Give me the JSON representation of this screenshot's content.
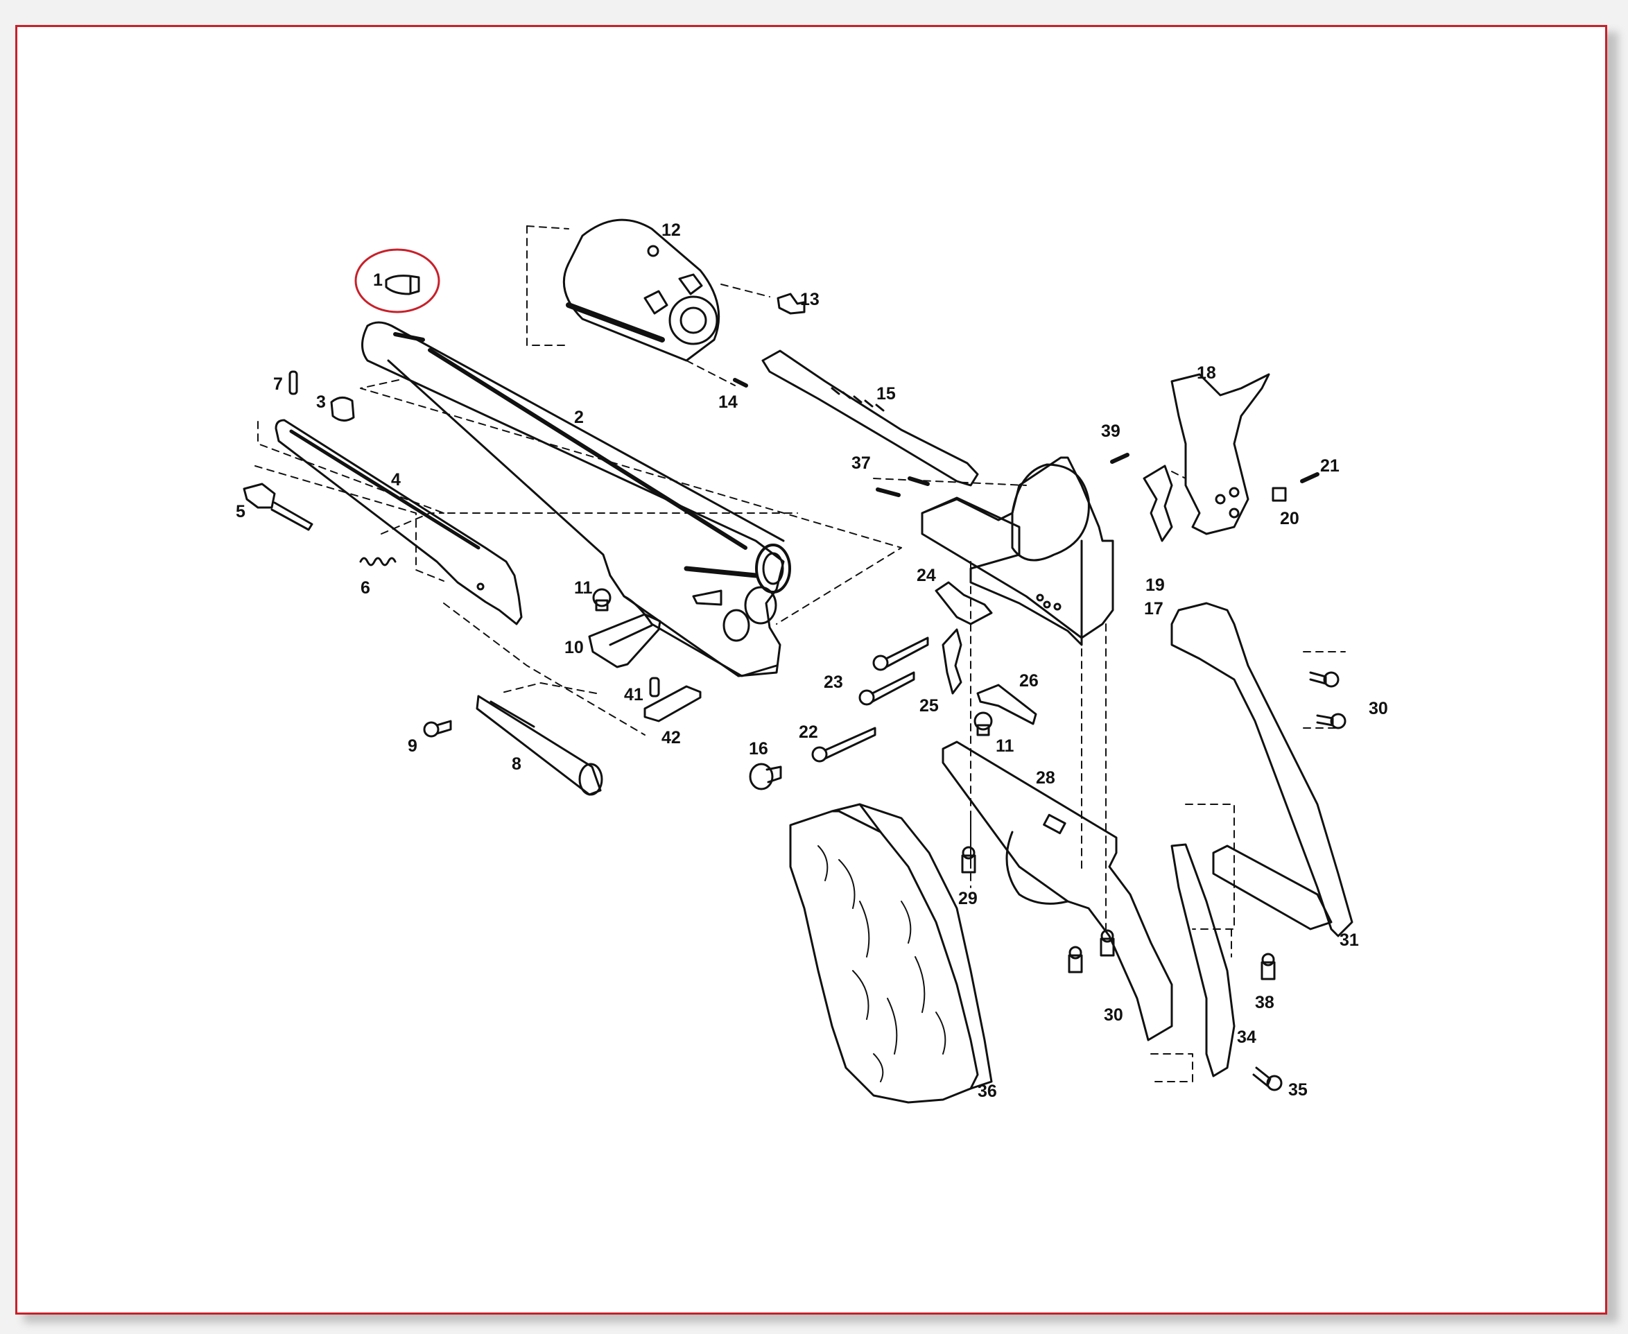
{
  "diagram": {
    "highlight_color": "#c8202a",
    "line_color": "#111111",
    "highlighted_part": "1",
    "labels": {
      "p1": "1",
      "p2": "2",
      "p3": "3",
      "p4": "4",
      "p5": "5",
      "p6": "6",
      "p7": "7",
      "p8": "8",
      "p9": "9",
      "p10": "10",
      "p11a": "11",
      "p11b": "11",
      "p12": "12",
      "p13": "13",
      "p14": "14",
      "p15": "15",
      "p16": "16",
      "p17": "17",
      "p18": "18",
      "p19": "19",
      "p20": "20",
      "p21": "21",
      "p22": "22",
      "p23": "23",
      "p24": "24",
      "p25": "25",
      "p26": "26",
      "p28": "28",
      "p29": "29",
      "p30a": "30",
      "p30b": "30",
      "p31": "31",
      "p34": "34",
      "p35": "35",
      "p36": "36",
      "p37": "37",
      "p38": "38",
      "p39": "39",
      "p41": "41",
      "p42": "42"
    }
  }
}
